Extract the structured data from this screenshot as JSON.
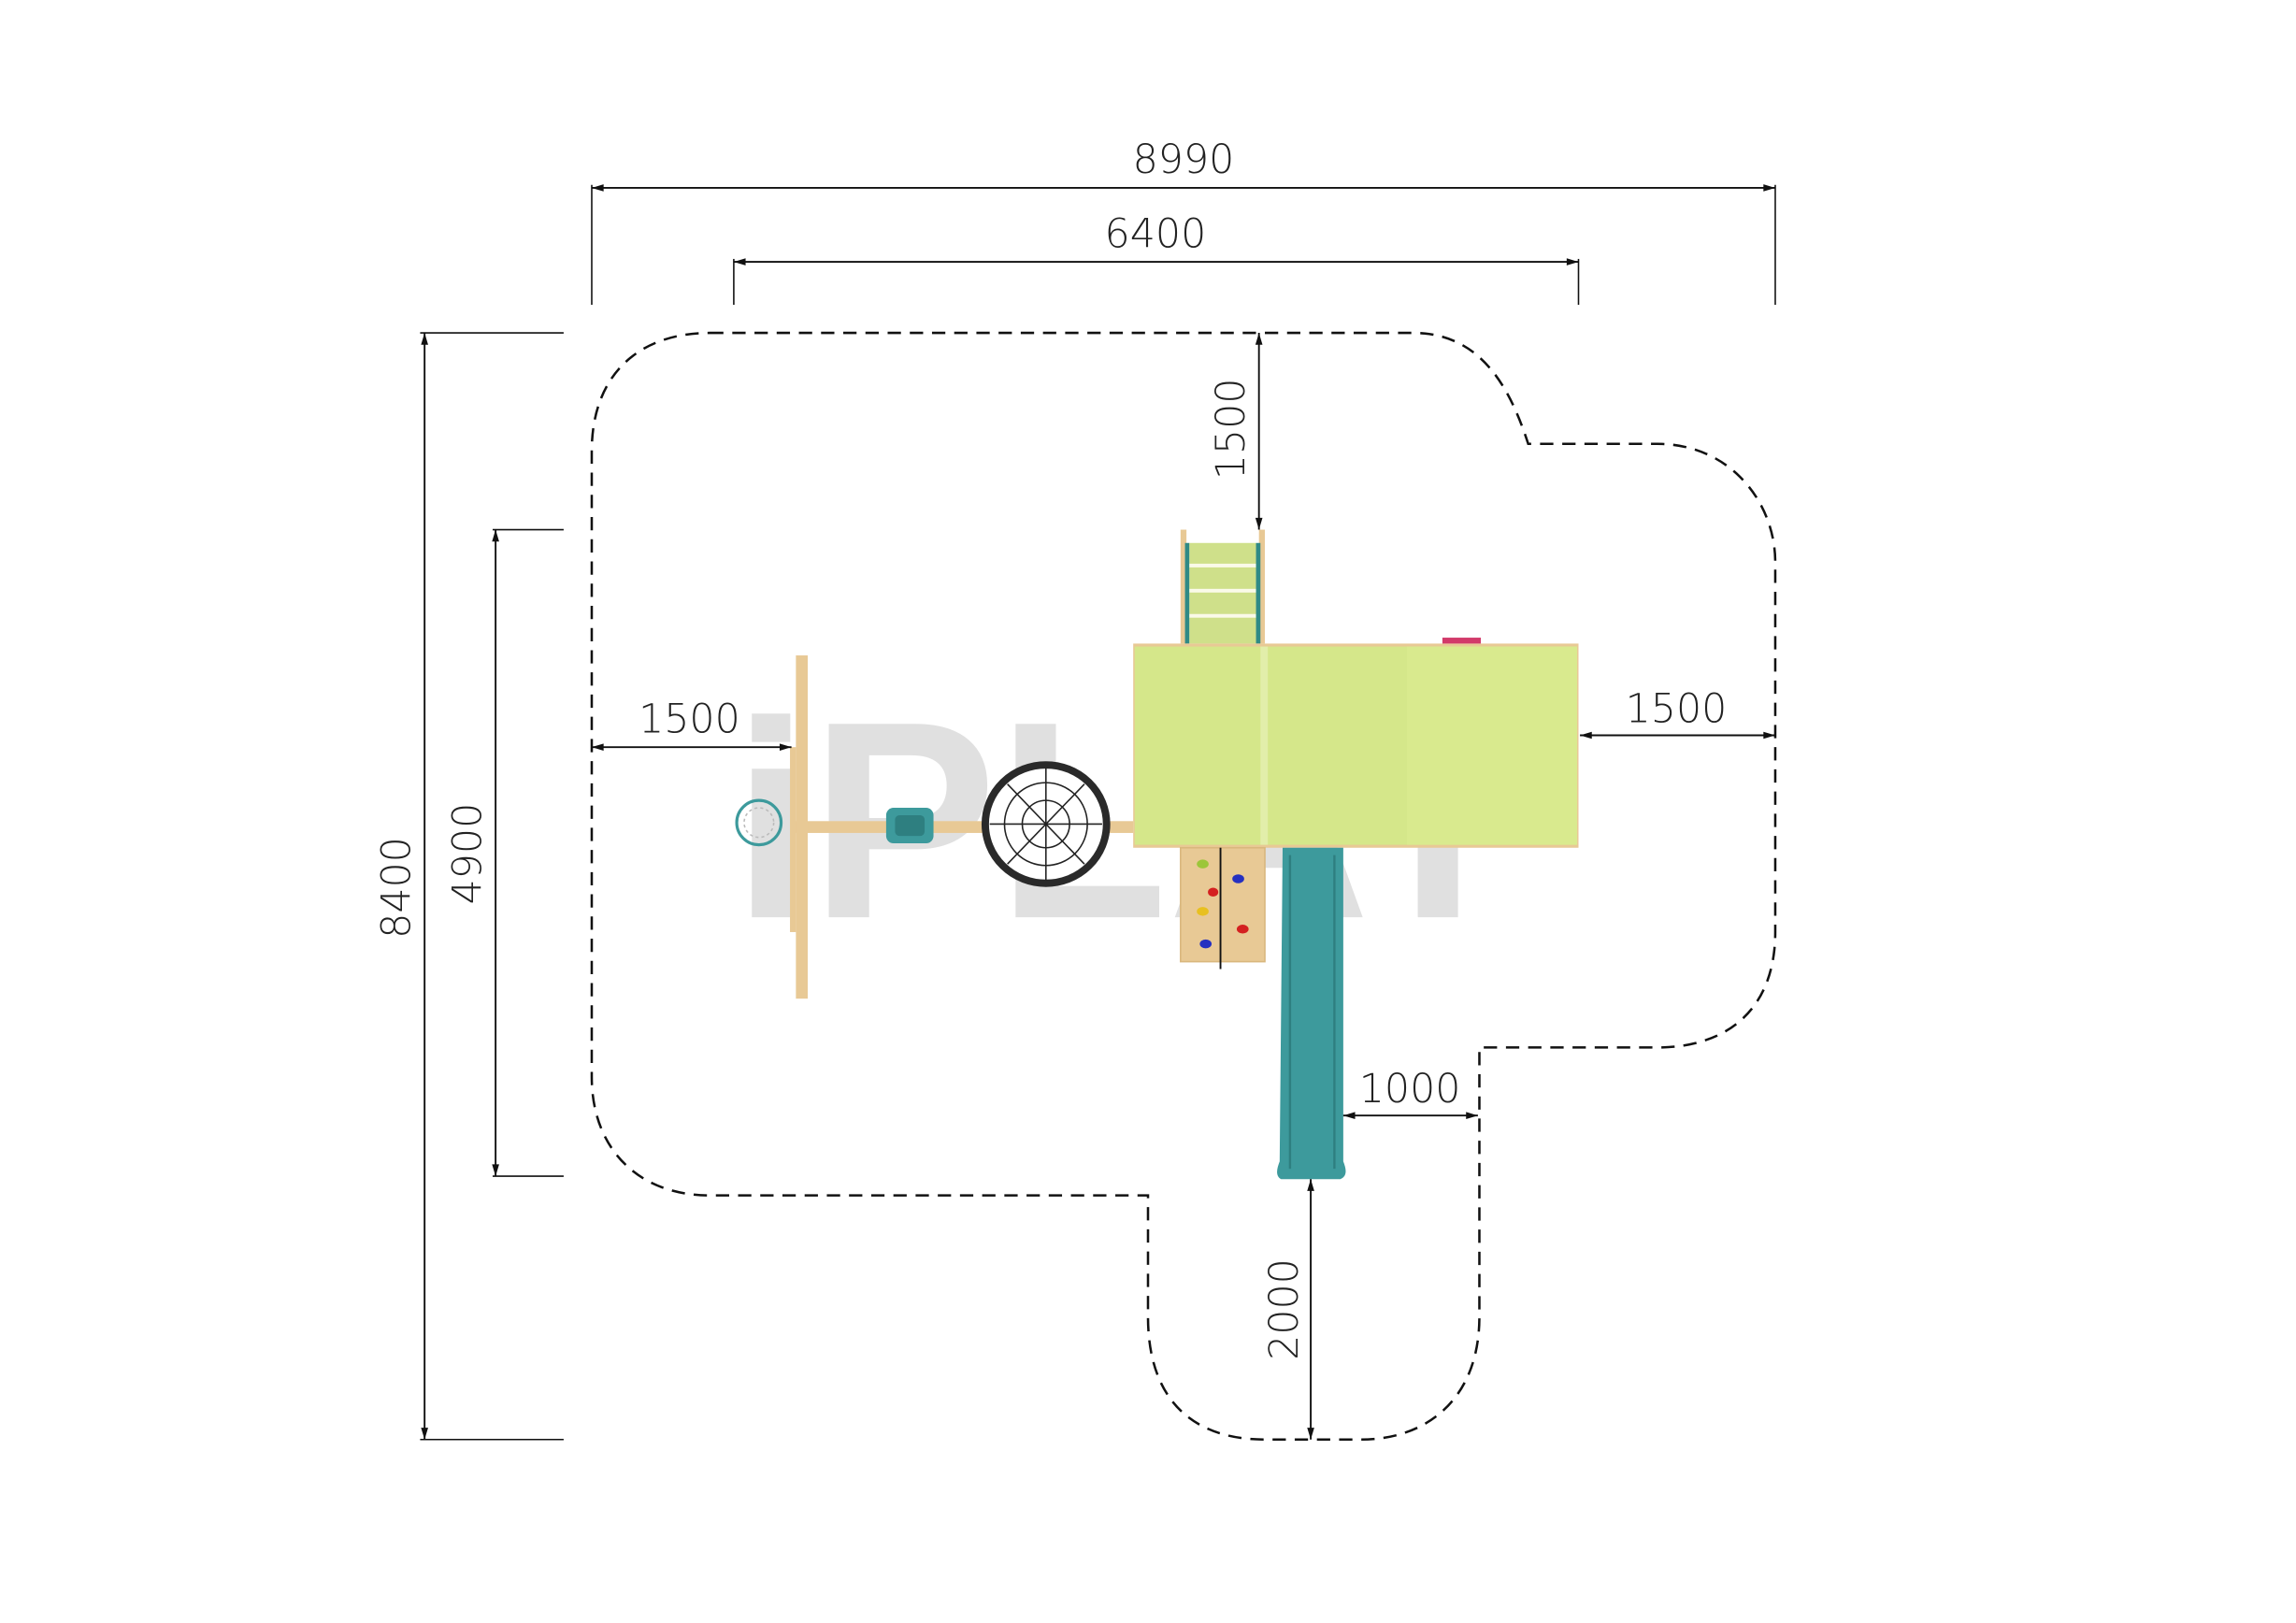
{
  "diagram": {
    "title": "Playground equipment top-view layout with safety zone",
    "watermark": "iPLAY",
    "units": "mm",
    "dimensions": {
      "overall_width": "8990",
      "equipment_width": "6400",
      "overall_depth": "8400",
      "equipment_depth": "4900",
      "top_clearance": "1500",
      "left_clearance": "1500",
      "right_clearance": "1500",
      "slide_side_clearance": "1000",
      "slide_exit_clearance": "2000"
    },
    "colors": {
      "deck": "#d5e78a",
      "wood": "#e8c995",
      "slide": "#3d9a9c",
      "net": "#222222"
    }
  }
}
